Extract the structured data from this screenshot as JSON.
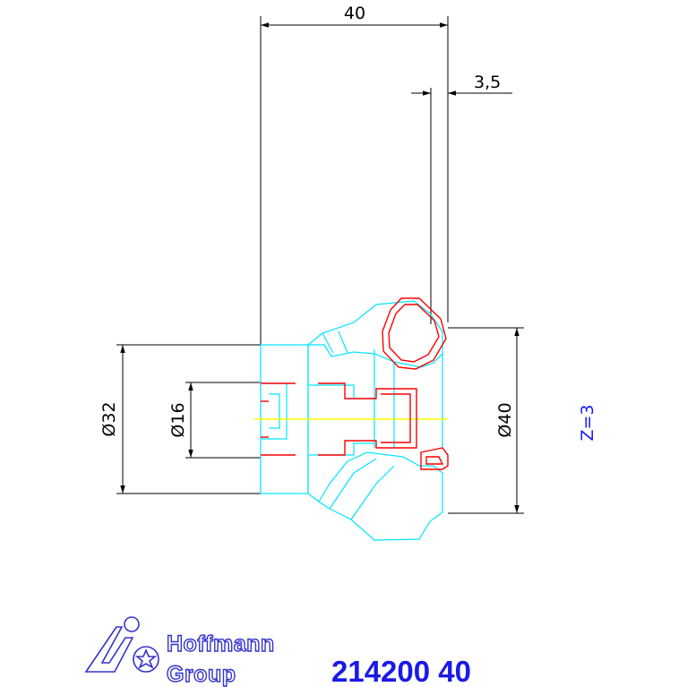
{
  "dimensions": {
    "overall_length": "40",
    "insert_width": "3,5",
    "shank_diameter": "Ø32",
    "bore_diameter": "Ø16",
    "cutting_diameter": "Ø40"
  },
  "note": "Z=3",
  "logo": {
    "line1": "Hoffmann",
    "line2": "Group"
  },
  "article_number": "214200 40",
  "colors": {
    "body": "#00e5ff",
    "insert": "#ff0000",
    "centerline": "#ffff00",
    "dimension": "#000000",
    "brand": "#1a1ae6"
  }
}
